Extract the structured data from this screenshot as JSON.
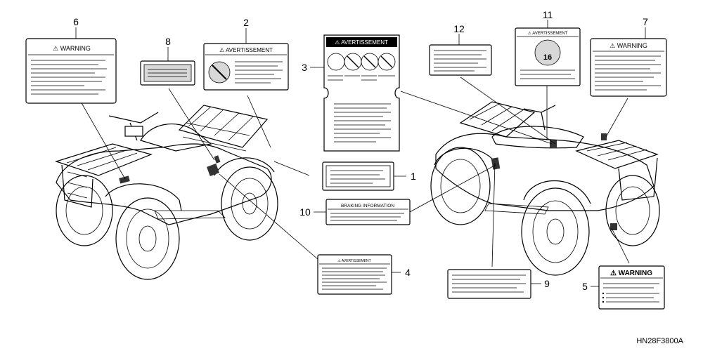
{
  "labels": {
    "warning_6": "WARNING",
    "avertissement_2": "AVERTISSEMENT",
    "avertissement_3": "AVERTISSEMENT",
    "avertissement_11": "AVERTISSEMENT",
    "warning_7": "WARNING",
    "braking_10": "BRAKING INFORMATION",
    "avertissement_4": "AVERTISSEMENT",
    "warning_5": "WARNING",
    "age_11": "16"
  },
  "callouts": [
    "1",
    "2",
    "3",
    "4",
    "5",
    "6",
    "7",
    "8",
    "9",
    "10",
    "11",
    "12"
  ],
  "diagram_code": "HN28F3800A"
}
